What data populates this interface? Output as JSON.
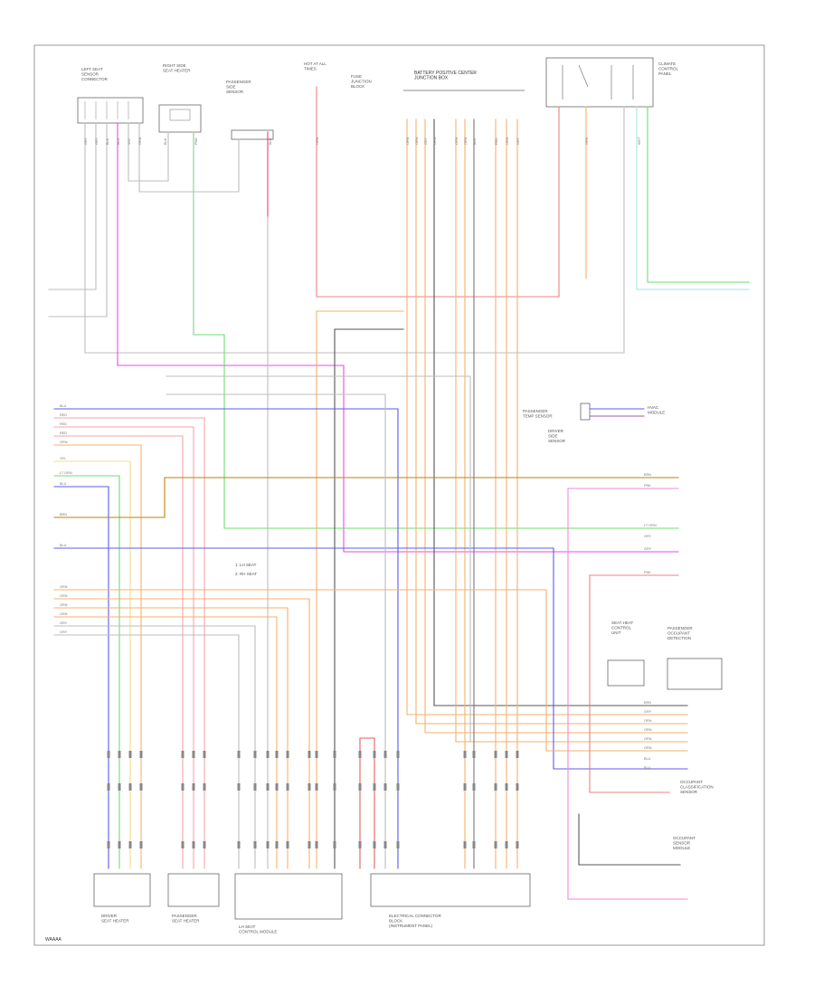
{
  "page": {
    "footer_code": "WAAAA"
  },
  "components": [
    {
      "id": "c1",
      "label": "LEFT SEAT\nSENSOR\nCONNECTOR"
    },
    {
      "id": "c2",
      "label": "RIGHT SIDE\nSEAT HEATER"
    },
    {
      "id": "c3",
      "label": "PASSENGER\nSIDE\nSENSOR"
    },
    {
      "id": "c4",
      "label": "HOT AT ALL\nTIMES"
    },
    {
      "id": "c5",
      "label": "FUSE\nJUNCTION\nBLOCK"
    },
    {
      "id": "c6",
      "label": "BATTERY POSITIVE CENTER\nJUNCTION BOX"
    },
    {
      "id": "c7",
      "label": "CLIMATE\nCONTROL\nPANEL"
    },
    {
      "id": "c8",
      "label": "PASSENGER\nTEMP SENSOR"
    },
    {
      "id": "c9",
      "label": "DRIVER\nSIDE\nSENSOR"
    },
    {
      "id": "c10",
      "label": "HVAC\nMODULE"
    },
    {
      "id": "c11",
      "label": "SEAT HEAT\nCONTROL\nUNIT"
    },
    {
      "id": "c12",
      "label": "DRIVER\nSEAT HEATER"
    },
    {
      "id": "c13",
      "label": "PASSENGER\nSEAT HEATER"
    },
    {
      "id": "c14",
      "label": "LH SEAT\nCONTROL MODULE"
    },
    {
      "id": "c15",
      "label": "ELECTRICAL CONNECTOR\nBLOCK\n(INSTRUMENT PANEL)"
    },
    {
      "id": "c16",
      "label": "OCCUPANT\nCLASSIFICATION\nSENSOR"
    },
    {
      "id": "c17",
      "label": "PASSENGER\nOCCUPANT\nDETECTION"
    },
    {
      "id": "c18",
      "label": "OCCUPANT\nSENSOR\nMODULE"
    }
  ],
  "notes": [
    {
      "id": "n1",
      "text": "1: LH SEAT"
    },
    {
      "id": "n2",
      "text": "2: RH SEAT"
    }
  ],
  "wire_codes": {
    "top": [
      "GRY",
      "GRY",
      "BLK",
      "BLU",
      "VIO",
      "GRN",
      "BLK",
      "PNK",
      "BLU",
      "ORN",
      "ORN",
      "ORN",
      "GRY",
      "ORN",
      "ORN",
      "ORN",
      "BLK",
      "RED",
      "ORN",
      "GRY",
      "GRN",
      "WHT"
    ],
    "left": [
      "BLU",
      "RED",
      "RED",
      "RED",
      "ORN",
      "YEL",
      "LT GRN",
      "BLU",
      "BRN",
      "BLU",
      "ORN",
      "ORN",
      "ORN",
      "ORN",
      "GRY",
      "GRY"
    ],
    "right": [
      "BRN",
      "PNK",
      "LT GRN",
      "GRY",
      "GRY",
      "PNK",
      "BRN",
      "GRY",
      "ORN",
      "ORN",
      "ORN",
      "ORN",
      "BLU",
      "BLU"
    ]
  }
}
